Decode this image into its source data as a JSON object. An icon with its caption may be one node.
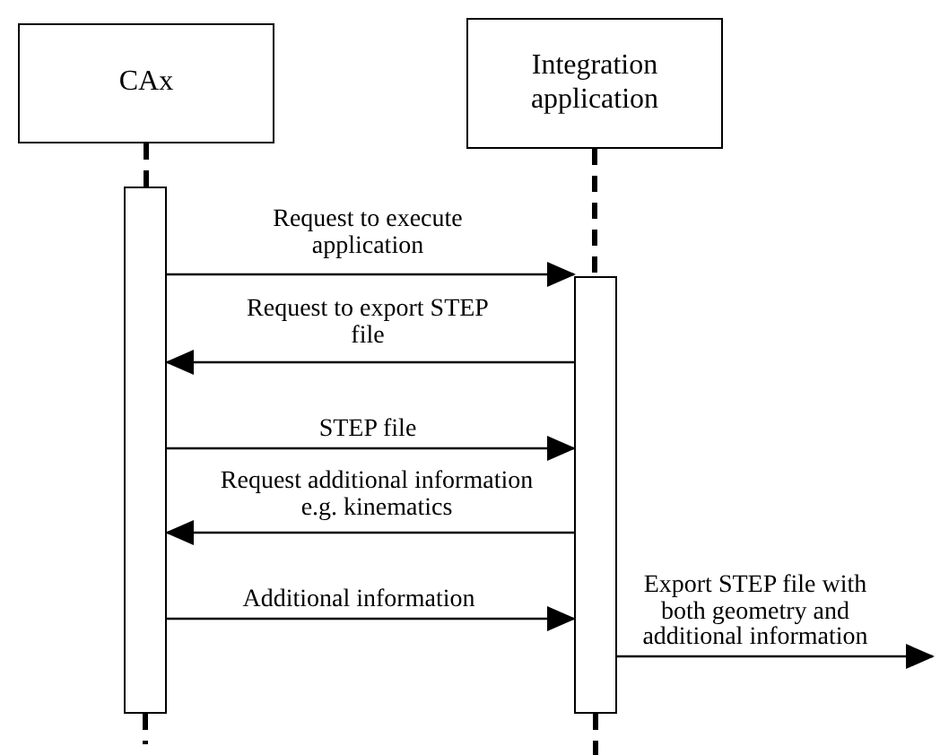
{
  "diagram": {
    "nodes": [
      {
        "text": [
          "CAx"
        ]
      },
      {
        "text": [
          "Integration application"
        ]
      },
      {
        "text": [],
        "shape": "bar"
      },
      {
        "text": [],
        "shape": "bar"
      }
    ],
    "edges": [
      {
        "from": 0,
        "to": 2,
        "arrow": "none",
        "style": "dashed"
      },
      {
        "from": 1,
        "to": 3,
        "arrow": "none",
        "style": "dashed"
      },
      {
        "from": 2,
        "to": 3,
        "arrow": "to",
        "label": "Request to execute application"
      },
      {
        "from": 3,
        "to": 2,
        "arrow": "to",
        "label": "Request to export STEP file"
      },
      {
        "from": 2,
        "to": 3,
        "arrow": "to",
        "label": "STEP file"
      },
      {
        "from": 3,
        "to": 2,
        "arrow": "to",
        "label": "Request additional information e.g. kinematics"
      },
      {
        "from": 2,
        "to": 3,
        "arrow": "to",
        "label": "Additional information"
      },
      {
        "from": 3,
        "to": null,
        "arrow": "to",
        "label": "Export STEP file with both geometry and additional information"
      }
    ]
  }
}
